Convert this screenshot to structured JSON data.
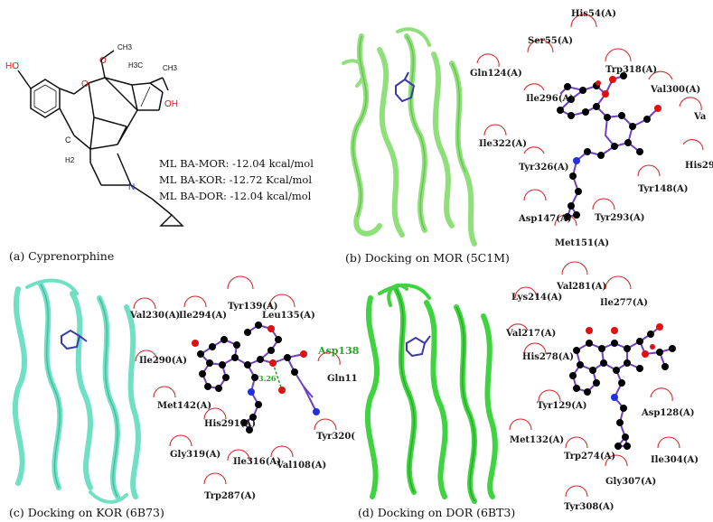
{
  "panel_a": {
    "caption": "(a) Cyprenorphine",
    "atom_labels": [
      "HO",
      "O",
      "O",
      "CH3",
      "H3C",
      "CH3",
      "OH",
      "C",
      "H2",
      "N"
    ],
    "binding": [
      "ML BA-MOR: -12.04 kcal/mol",
      "ML BA-KOR: -12.72 Kcal/mol",
      "ML BA-DOR: -12.04 kcal/mol"
    ]
  },
  "panel_b": {
    "caption": "(b) Docking on MOR (5C1M)",
    "residues": [
      "His54(A)",
      "Ser55(A)",
      "Gln124(A)",
      "Trp318(A)",
      "Ile296(A)",
      "Val300(A)",
      "Va",
      "Ile322(A)",
      "His29",
      "Tyr326(A)",
      "Tyr148(A)",
      "Asp147(A)",
      "Tyr293(A)",
      "Met151(A)"
    ]
  },
  "panel_c": {
    "caption": "(c) Docking on KOR (6B73)",
    "residues": [
      "Tyr139(A)",
      "Val230(A)",
      "Ile294(A)",
      "Leu135(A)",
      "Asp138",
      "Ile290(A)",
      "Gln11",
      "Met142(A)",
      "His291(A)",
      "Tyr320(",
      "Gly319(A)",
      "Ile316(A)",
      "Val108(A)",
      "Trp287(A)"
    ],
    "hbond_distance": "3.26"
  },
  "panel_d": {
    "caption": "(d) Docking on DOR (6BT3)",
    "residues": [
      "Val281(A)",
      "Lys214(A)",
      "Ile277(A)",
      "Val217(A)",
      "His278(A)",
      "Tyr129(A)",
      "Asp128(A)",
      "Met132(A)",
      "Trp274(A)",
      "Ile304(A)",
      "Gly307(A)",
      "Tyr308(A)"
    ]
  },
  "colors": {
    "mor_ribbon": "#8fe07a",
    "kor_ribbon": "#6fe0c4",
    "dor_ribbon": "#3fd43f",
    "residue_arc": "#d42a2a",
    "hbond": "#2aa32a",
    "atom_black": "#000000",
    "atom_oxygen": "#e01010",
    "atom_nitrogen": "#2030e0",
    "bond": "#7040c0"
  }
}
